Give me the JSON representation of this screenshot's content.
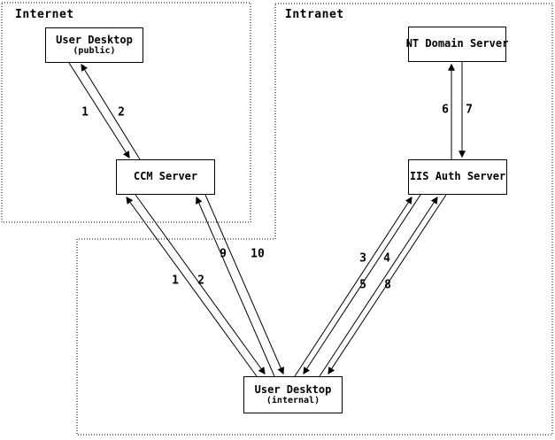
{
  "diagram": {
    "background_color": "#ffffff",
    "stroke_color": "#000000",
    "regions": [
      {
        "id": "internet",
        "label": "Internet"
      },
      {
        "id": "intranet",
        "label": "Intranet"
      }
    ],
    "nodes": [
      {
        "id": "user-desktop-public",
        "title": "User Desktop",
        "subtitle": "(public)",
        "region": "internet"
      },
      {
        "id": "ccm-server",
        "title": "CCM Server",
        "region": "internet"
      },
      {
        "id": "nt-domain-server",
        "title": "NT Domain Server",
        "region": "intranet"
      },
      {
        "id": "iis-auth-server",
        "title": "IIS Auth Server",
        "region": "intranet"
      },
      {
        "id": "user-desktop-internal",
        "title": "User Desktop",
        "subtitle": "(internal)",
        "region": "intranet"
      }
    ],
    "edges": [
      {
        "label": "1",
        "from": "user-desktop-public",
        "to": "ccm-server"
      },
      {
        "label": "2",
        "from": "ccm-server",
        "to": "user-desktop-public"
      },
      {
        "label": "1",
        "from": "user-desktop-internal",
        "to": "ccm-server"
      },
      {
        "label": "2",
        "from": "ccm-server",
        "to": "user-desktop-internal"
      },
      {
        "label": "3",
        "from": "user-desktop-internal",
        "to": "iis-auth-server"
      },
      {
        "label": "4",
        "from": "iis-auth-server",
        "to": "user-desktop-internal"
      },
      {
        "label": "5",
        "from": "user-desktop-internal",
        "to": "iis-auth-server"
      },
      {
        "label": "6",
        "from": "iis-auth-server",
        "to": "nt-domain-server"
      },
      {
        "label": "7",
        "from": "nt-domain-server",
        "to": "iis-auth-server"
      },
      {
        "label": "8",
        "from": "iis-auth-server",
        "to": "user-desktop-internal"
      },
      {
        "label": "9",
        "from": "user-desktop-internal",
        "to": "ccm-server"
      },
      {
        "label": "10",
        "from": "ccm-server",
        "to": "user-desktop-internal"
      }
    ]
  }
}
